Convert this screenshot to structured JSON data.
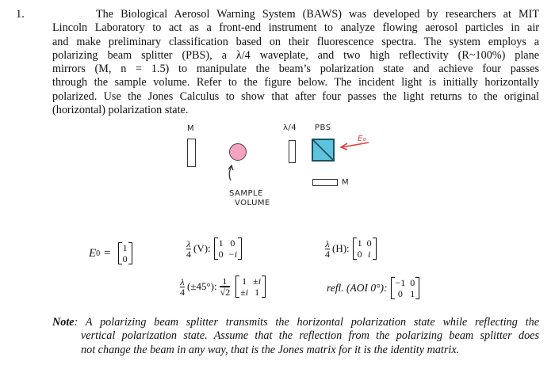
{
  "question": {
    "number": "1.",
    "lines": [
      "The Biological Aerosol Warning System (BAWS) was developed by researchers at MIT",
      "Lincoln Laboratory to act as a front-end instrument to analyze flowing aerosol particles in air",
      "and make preliminary classification based on their fluorescence spectra. The system employs a",
      "polarizing beam splitter (PBS), a λ/4 waveplate, and two high reflectivity (R~100%) plane",
      "mirrors (M, n = 1.5) to manipulate the beam’s polarization state and achieve four passes",
      "through the sample volume. Refer to the figure below. The incident light is initially horizontally",
      "polarized. Use the Jones Calculus to show that after four passes the light returns to the original",
      "(horizontal) polarization state."
    ]
  },
  "figure": {
    "label_mirror_left": "M",
    "label_waveplate": "λ/4",
    "label_pbs": "PBS",
    "label_e0": "E₀",
    "label_mirror_bottom": "M",
    "label_sample_1": "SAMPLE",
    "label_sample_2": "VOLUME",
    "colors": {
      "sample": "#f4a3c0",
      "pbs": "#5cc4de",
      "arrow": "#e23b3b"
    }
  },
  "equations": {
    "e0_lhs": "E",
    "e0_sub": "0",
    "eq": "=",
    "e0_m": [
      "1",
      "0"
    ],
    "lambda": "λ",
    "four": "4",
    "v_label": "(V):",
    "v_m": [
      "1",
      "0",
      "0",
      "−i"
    ],
    "h_label": "(H):",
    "h_m": [
      "1",
      "0",
      "0",
      "i"
    ],
    "pm45_label": "(±45°):",
    "one": "1",
    "sqrt2": "√2",
    "pm45_m": [
      "1",
      "±i",
      "±i",
      "1"
    ],
    "refl_label": "refl. (AOI 0°):",
    "refl_m": [
      "−1",
      "0",
      "0",
      "1"
    ]
  },
  "note": {
    "bold": "Note",
    "lines": [
      ": A polarizing beam splitter transmits the horizontal polarization state while reflecting the",
      "vertical polarization state. Assume that the reflection from the polarizing beam splitter does",
      "not change the beam in any way, that is the Jones matrix for it is the identity matrix."
    ]
  }
}
